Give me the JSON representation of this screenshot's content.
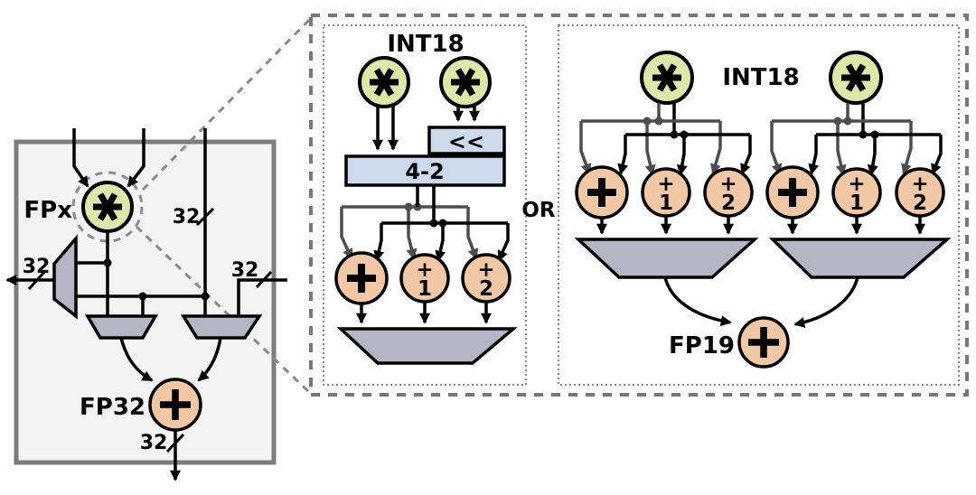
{
  "figure_type": "dsp-block-architecture-diagram",
  "colors": {
    "multiplier_fill": "#dde8a8",
    "adder_fill": "#f2c7a3",
    "mux_fill": "#b6b5c6",
    "block_fill": "#cdd9ec",
    "panel_fill": "#f3f3f3",
    "panel_border": "#7d7d7d",
    "dashed_gray": "#808080",
    "wire_gray": "#4d4d4d",
    "or_red": "#8e1111"
  },
  "left_panel": {
    "multiplier_label": "FPx",
    "adder_label": "FP32",
    "bus_top": "32",
    "bus_out": "32",
    "bus_in_right": "32",
    "bus_result": "32"
  },
  "middle_panel": {
    "title": "INT18",
    "shifter": "<<",
    "compressor": "4-2",
    "adders": [
      "+",
      "+1",
      "+2"
    ]
  },
  "right_panel": {
    "title": "INT18",
    "adder_label": "FP19",
    "adders_per_cluster": [
      "+",
      "+1",
      "+2"
    ]
  },
  "glyphs": {
    "plus": "+",
    "one": "1",
    "two": "2"
  },
  "or_label": "OR"
}
